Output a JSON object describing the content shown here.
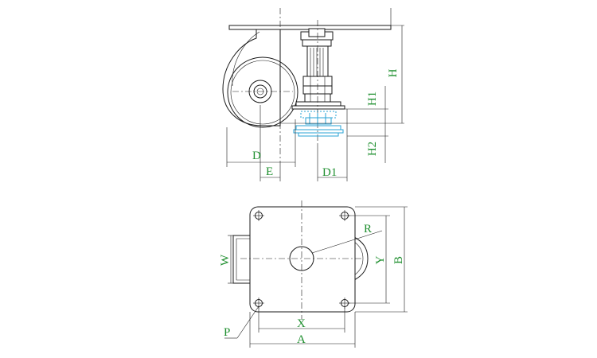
{
  "labels": {
    "H": "H",
    "H1": "H1",
    "H2": "H2",
    "D": "D",
    "E": "E",
    "D1": "D1",
    "W": "W",
    "R": "R",
    "Y": "Y",
    "B": "B",
    "X": "X",
    "A": "A",
    "P": "P"
  },
  "colors": {
    "line": "#1a1a1a",
    "label": "#1f8f2f",
    "leveling_pad": "#29a3d6"
  }
}
